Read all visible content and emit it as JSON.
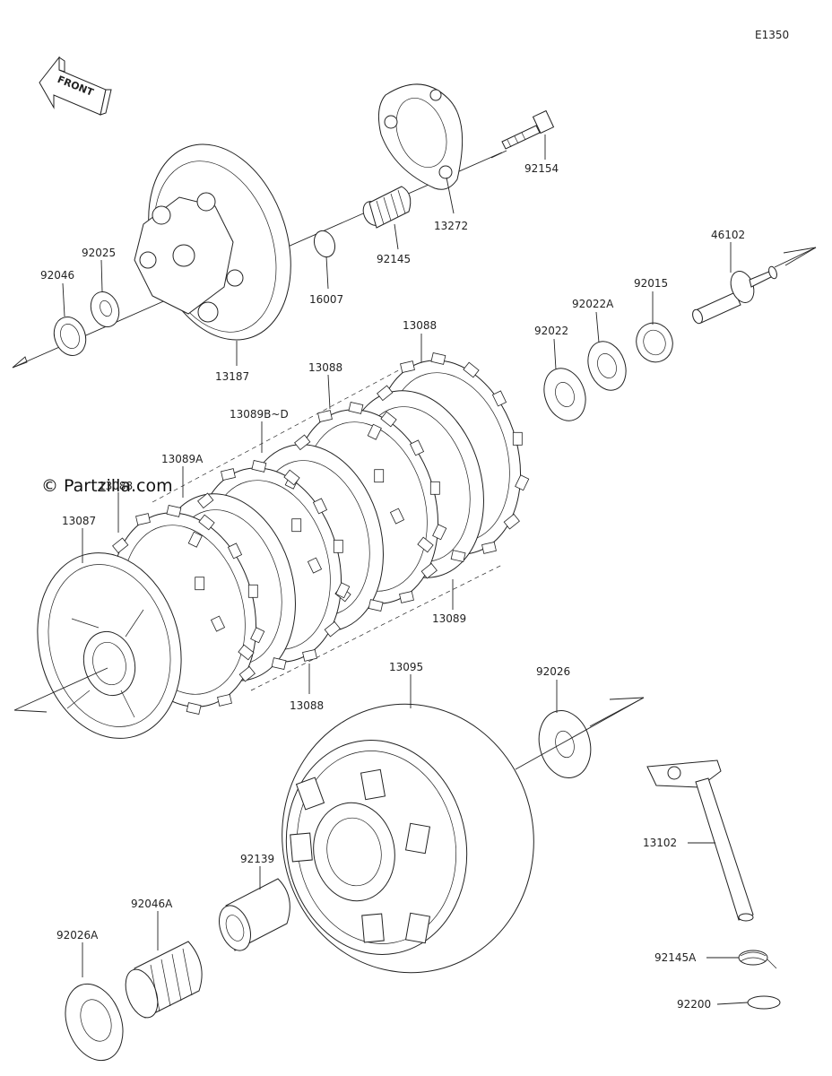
{
  "diagram_code": "E1350",
  "front_label": "FRONT",
  "watermark": "© Partzilla.com",
  "part_labels": {
    "p92154": "92154",
    "p13272": "13272",
    "p92145": "92145",
    "p16007": "16007",
    "p92025": "92025",
    "p92046": "92046",
    "p13187": "13187",
    "p46102": "46102",
    "p92015": "92015",
    "p92022A": "92022A",
    "p92022": "92022",
    "p13088_top": "13088",
    "p13088_upper": "13088",
    "p13089BD": "13089B~D",
    "p13089A": "13089A",
    "p13088_left": "13088",
    "p13087": "13087",
    "p13089": "13089",
    "p13088_bottom": "13088",
    "p13095": "13095",
    "p92026": "92026",
    "p13102": "13102",
    "p92139": "92139",
    "p92046A": "92046A",
    "p92026A": "92026A",
    "p92145A": "92145A",
    "p92200": "92200"
  }
}
